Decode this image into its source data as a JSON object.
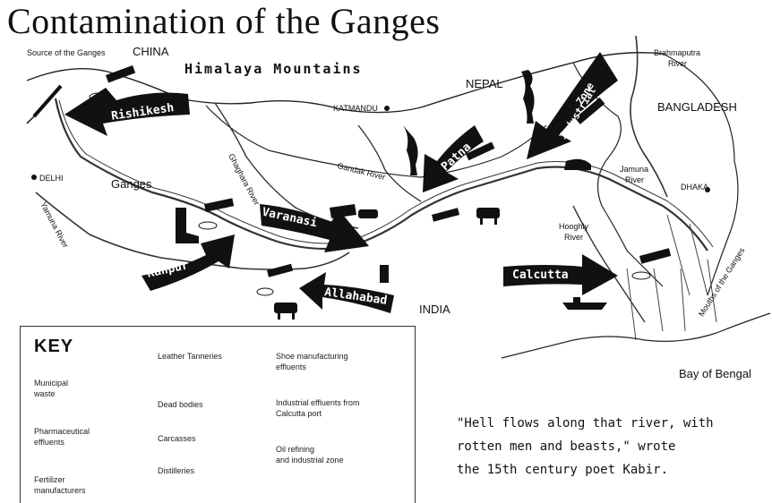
{
  "title": "Contamination of the Ganges",
  "map_labels": {
    "source": "Source of the Ganges",
    "china": "CHINA",
    "himalaya": "Himalaya Mountains",
    "nepal": "NEPAL",
    "katmandu": "KATMANDU",
    "brahmaputra": "Brahmaputra",
    "river": "River",
    "bangladesh": "BANGLADESH",
    "delhi": "DELHI",
    "ganges": "Ganges",
    "ghaghara": "Ghaghara River",
    "gandak": "Gandak River",
    "yamuna": "Yamuna River",
    "jamuna": "Jamuna",
    "jamuna_river": "River",
    "dhaka": "DHAKA",
    "hooghly": "Hooghly",
    "hooghly_river": "River",
    "india": "INDIA",
    "mouths": "Mouths of the Ganges",
    "bay": "Bay of Bengal"
  },
  "cities": {
    "rishikesh": "Rishikesh",
    "varanasi": "Varanasi",
    "patna": "Patna",
    "industrial_line1": "Industrial",
    "industrial_line2": "Zone",
    "kanpur": "Kanpur",
    "allahabad": "Allahabad",
    "calcutta": "Calcutta"
  },
  "key": {
    "title": "KEY",
    "items": [
      {
        "label_1": "Municipal",
        "label_2": "waste",
        "icon": "municipal-waste-icon"
      },
      {
        "label_1": "Pharmaceutical",
        "label_2": "effluents",
        "icon": "syringe-icon"
      },
      {
        "label_1": "Fertilizer",
        "label_2": "manufacturers",
        "icon": "cow-icon"
      },
      {
        "label_1": "Leather Tanneries",
        "label_2": "",
        "icon": "boot-icon"
      },
      {
        "label_1": "Dead bodies",
        "label_2": "",
        "icon": "dead-body-icon"
      },
      {
        "label_1": "Carcasses",
        "label_2": "",
        "icon": "carcass-icon"
      },
      {
        "label_1": "Distilleries",
        "label_2": "",
        "icon": "bottle-icon"
      },
      {
        "label_1": "Shoe manufacturing",
        "label_2": "effluents",
        "icon": "shoe-icon"
      },
      {
        "label_1": "Industrial effluents from",
        "label_2": "Calcutta port",
        "icon": "ship-icon"
      },
      {
        "label_1": "Oil refining",
        "label_2": "and industrial zone",
        "icon": "oil-refinery-icon"
      }
    ]
  },
  "quote": {
    "line1": "\"Hell flows along that river, with",
    "line2": "rotten men and beasts,\" wrote",
    "line3": "the 15th century poet Kabir."
  },
  "colors": {
    "ink": "#111111",
    "paper": "#ffffff",
    "river": "#333333"
  }
}
